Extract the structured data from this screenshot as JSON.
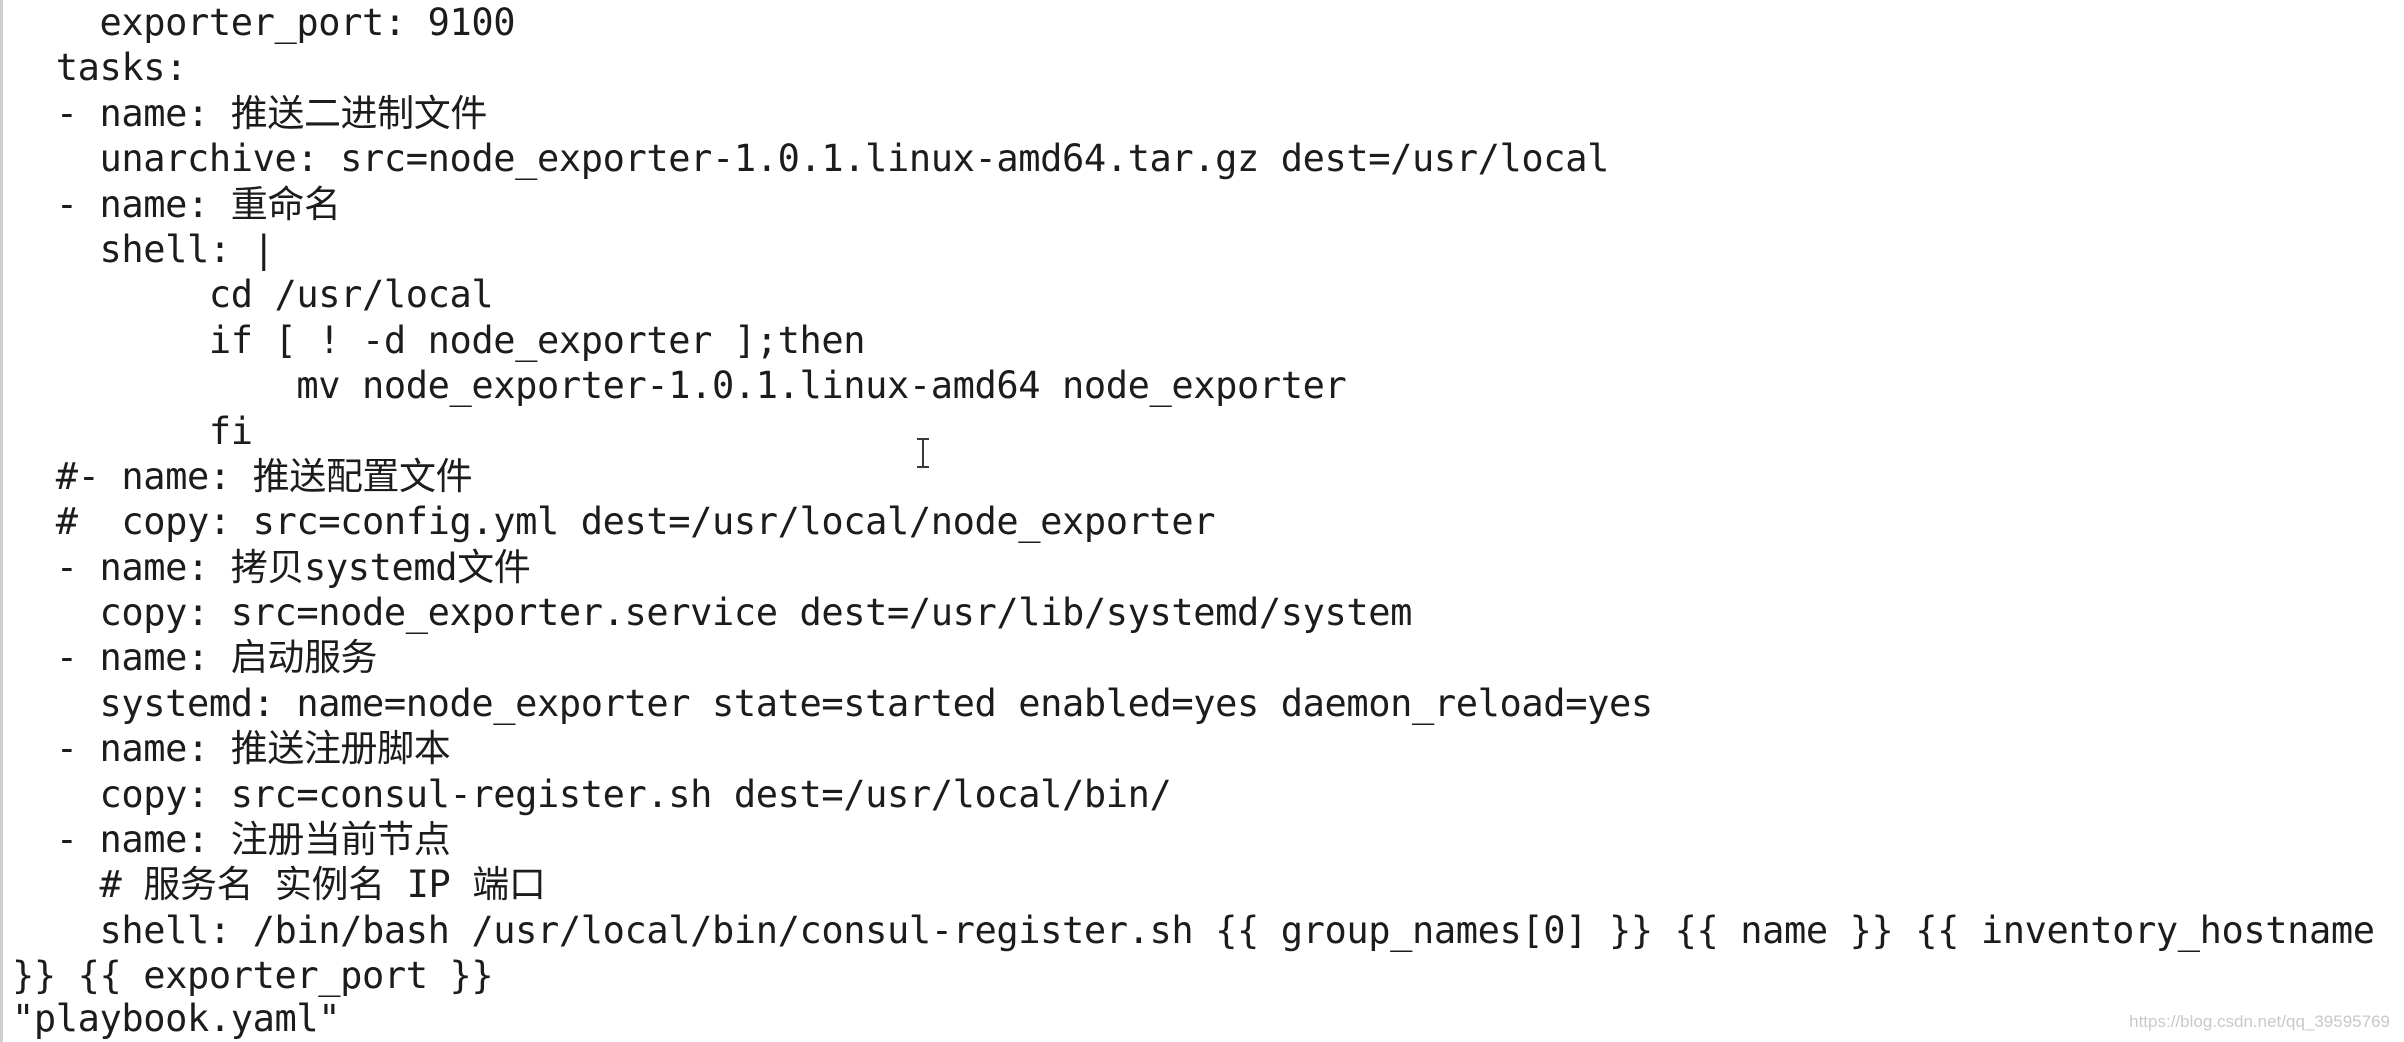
{
  "editor": {
    "lines": [
      "    exporter_port: 9100",
      "  tasks:",
      "  - name: 推送二进制文件",
      "    unarchive: src=node_exporter-1.0.1.linux-amd64.tar.gz dest=/usr/local",
      "  - name: 重命名",
      "    shell: |",
      "         cd /usr/local",
      "         if [ ! -d node_exporter ];then",
      "             mv node_exporter-1.0.1.linux-amd64 node_exporter",
      "         fi",
      "  #- name: 推送配置文件",
      "  #  copy: src=config.yml dest=/usr/local/node_exporter",
      "  - name: 拷贝systemd文件",
      "    copy: src=node_exporter.service dest=/usr/lib/systemd/system",
      "  - name: 启动服务",
      "    systemd: name=node_exporter state=started enabled=yes daemon_reload=yes",
      "  - name: 推送注册脚本",
      "    copy: src=consul-register.sh dest=/usr/local/bin/",
      "  - name: 注册当前节点",
      "    # 服务名 实例名 IP 端口",
      "    shell: /bin/bash /usr/local/bin/consul-register.sh {{ group_names[0] }} {{ name }} {{ inventory_hostname",
      "}} {{ exporter_port }}"
    ],
    "status_line": "\"playbook.yaml\"",
    "cursor_icon": "text-cursor-icon"
  },
  "watermark": {
    "text": "https://blog.csdn.net/qq_39595769"
  }
}
